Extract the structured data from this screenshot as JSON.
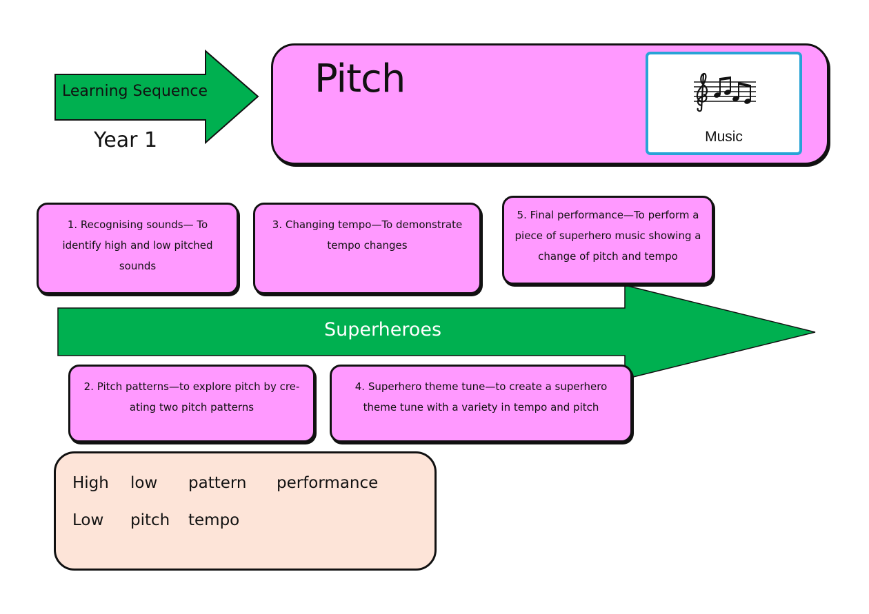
{
  "header": {
    "arrow_label": "Learning Sequence",
    "year": "Year 1",
    "title": "Pitch",
    "subject_label": "Music",
    "subject_icon": "music-notes-icon"
  },
  "theme": {
    "label": "Superheroes"
  },
  "lessons": [
    {
      "text": "1. Recognising sounds— To identify high and low pitched sounds"
    },
    {
      "text": "2. Pitch patterns—to explore pitch by cre-ating two pitch patterns"
    },
    {
      "text": "3. Changing tempo—To demonstrate tempo changes"
    },
    {
      "text": "4. Superhero theme tune—to create a superhero theme tune with a variety in tempo and pitch"
    },
    {
      "text": "5. Final performance—To perform a piece of superhero music showing a change of pitch and tempo"
    }
  ],
  "vocabulary": {
    "row1": [
      "High",
      "low",
      "pattern",
      "performance"
    ],
    "row2": [
      "Low",
      "pitch",
      "tempo"
    ]
  },
  "colors": {
    "card_pink": "#ff99ff",
    "arrow_green": "#00b050",
    "vocab_peach": "#fde4d8",
    "tile_border_blue": "#29a3d6"
  }
}
